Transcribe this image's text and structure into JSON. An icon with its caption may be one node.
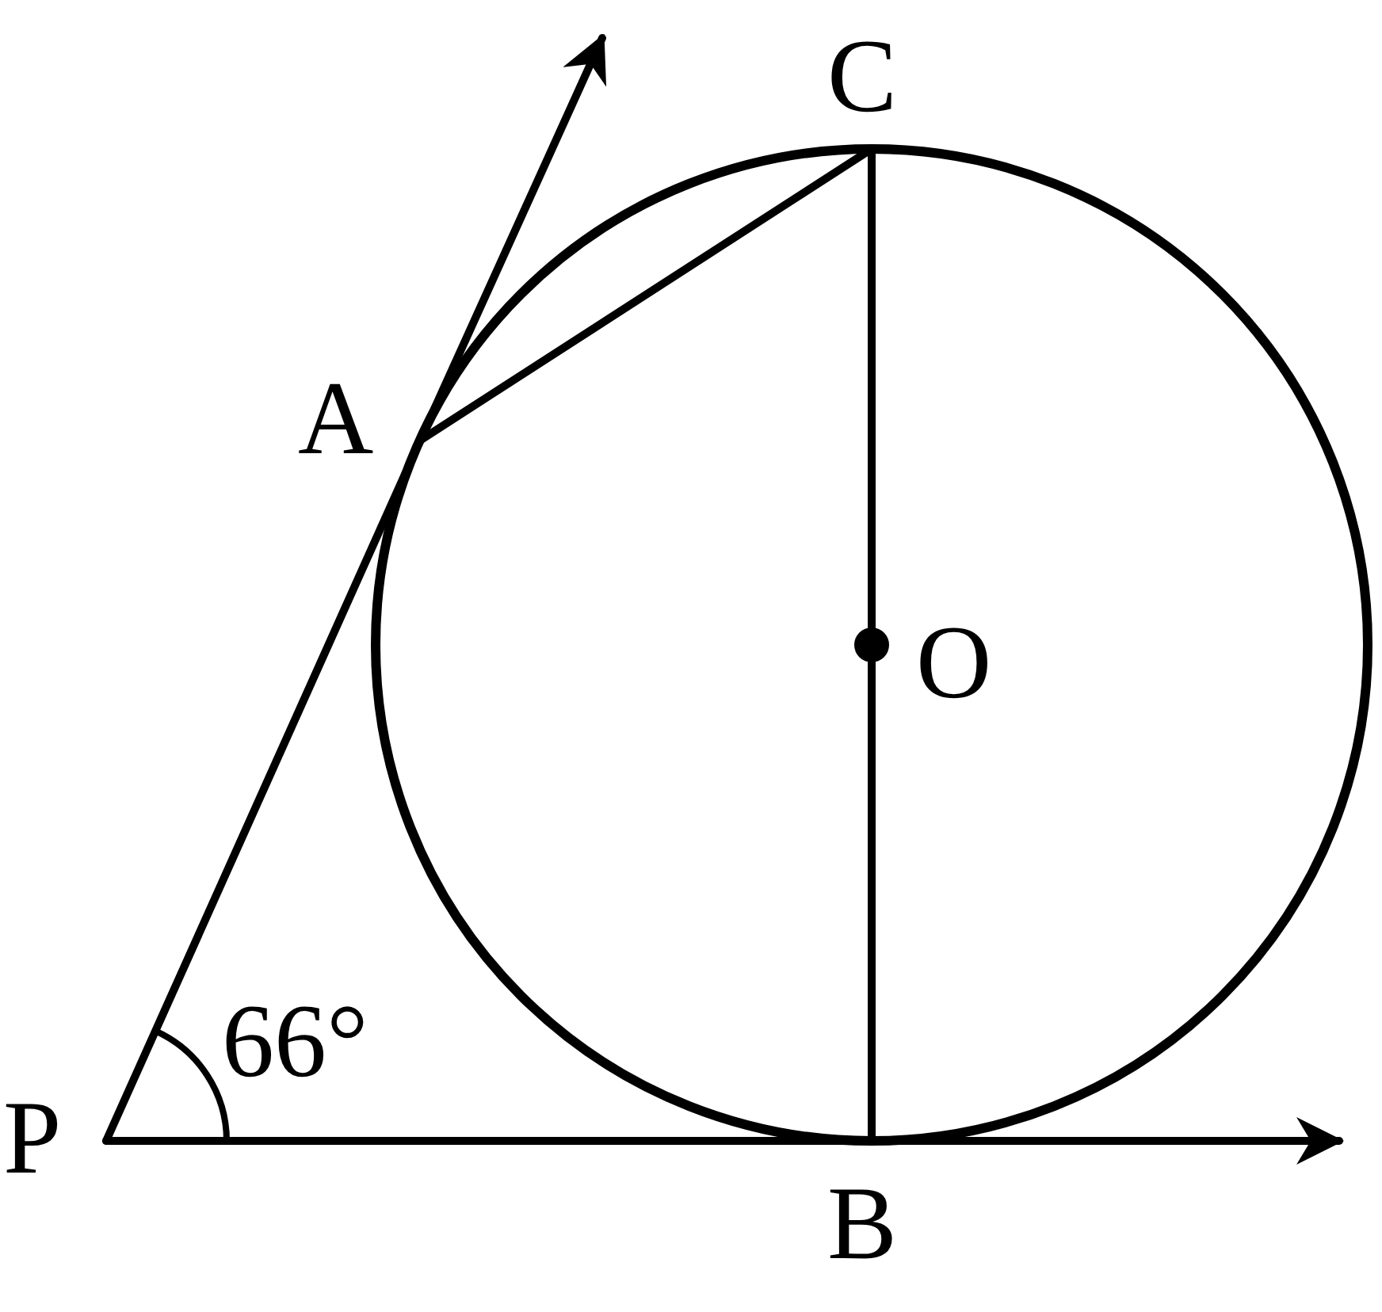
{
  "diagram": {
    "nodes": [
      {
        "text": [
          "P"
        ]
      },
      {
        "text": [
          "A"
        ]
      },
      {
        "text": [
          "C"
        ]
      },
      {
        "text": [
          "O"
        ]
      },
      {
        "text": [
          "B"
        ]
      }
    ],
    "edges": [
      {
        "from": 0,
        "to": 1,
        "arrow": "none"
      },
      {
        "from": 1,
        "to": null,
        "arrow": "to"
      },
      {
        "from": 0,
        "to": 4,
        "arrow": "none"
      },
      {
        "from": 4,
        "to": null,
        "arrow": "to"
      },
      {
        "from": 1,
        "to": 2,
        "arrow": "none"
      },
      {
        "from": 2,
        "to": 3,
        "arrow": "none"
      },
      {
        "from": 3,
        "to": 4,
        "arrow": "none"
      }
    ],
    "labels": [
      "66°"
    ]
  }
}
